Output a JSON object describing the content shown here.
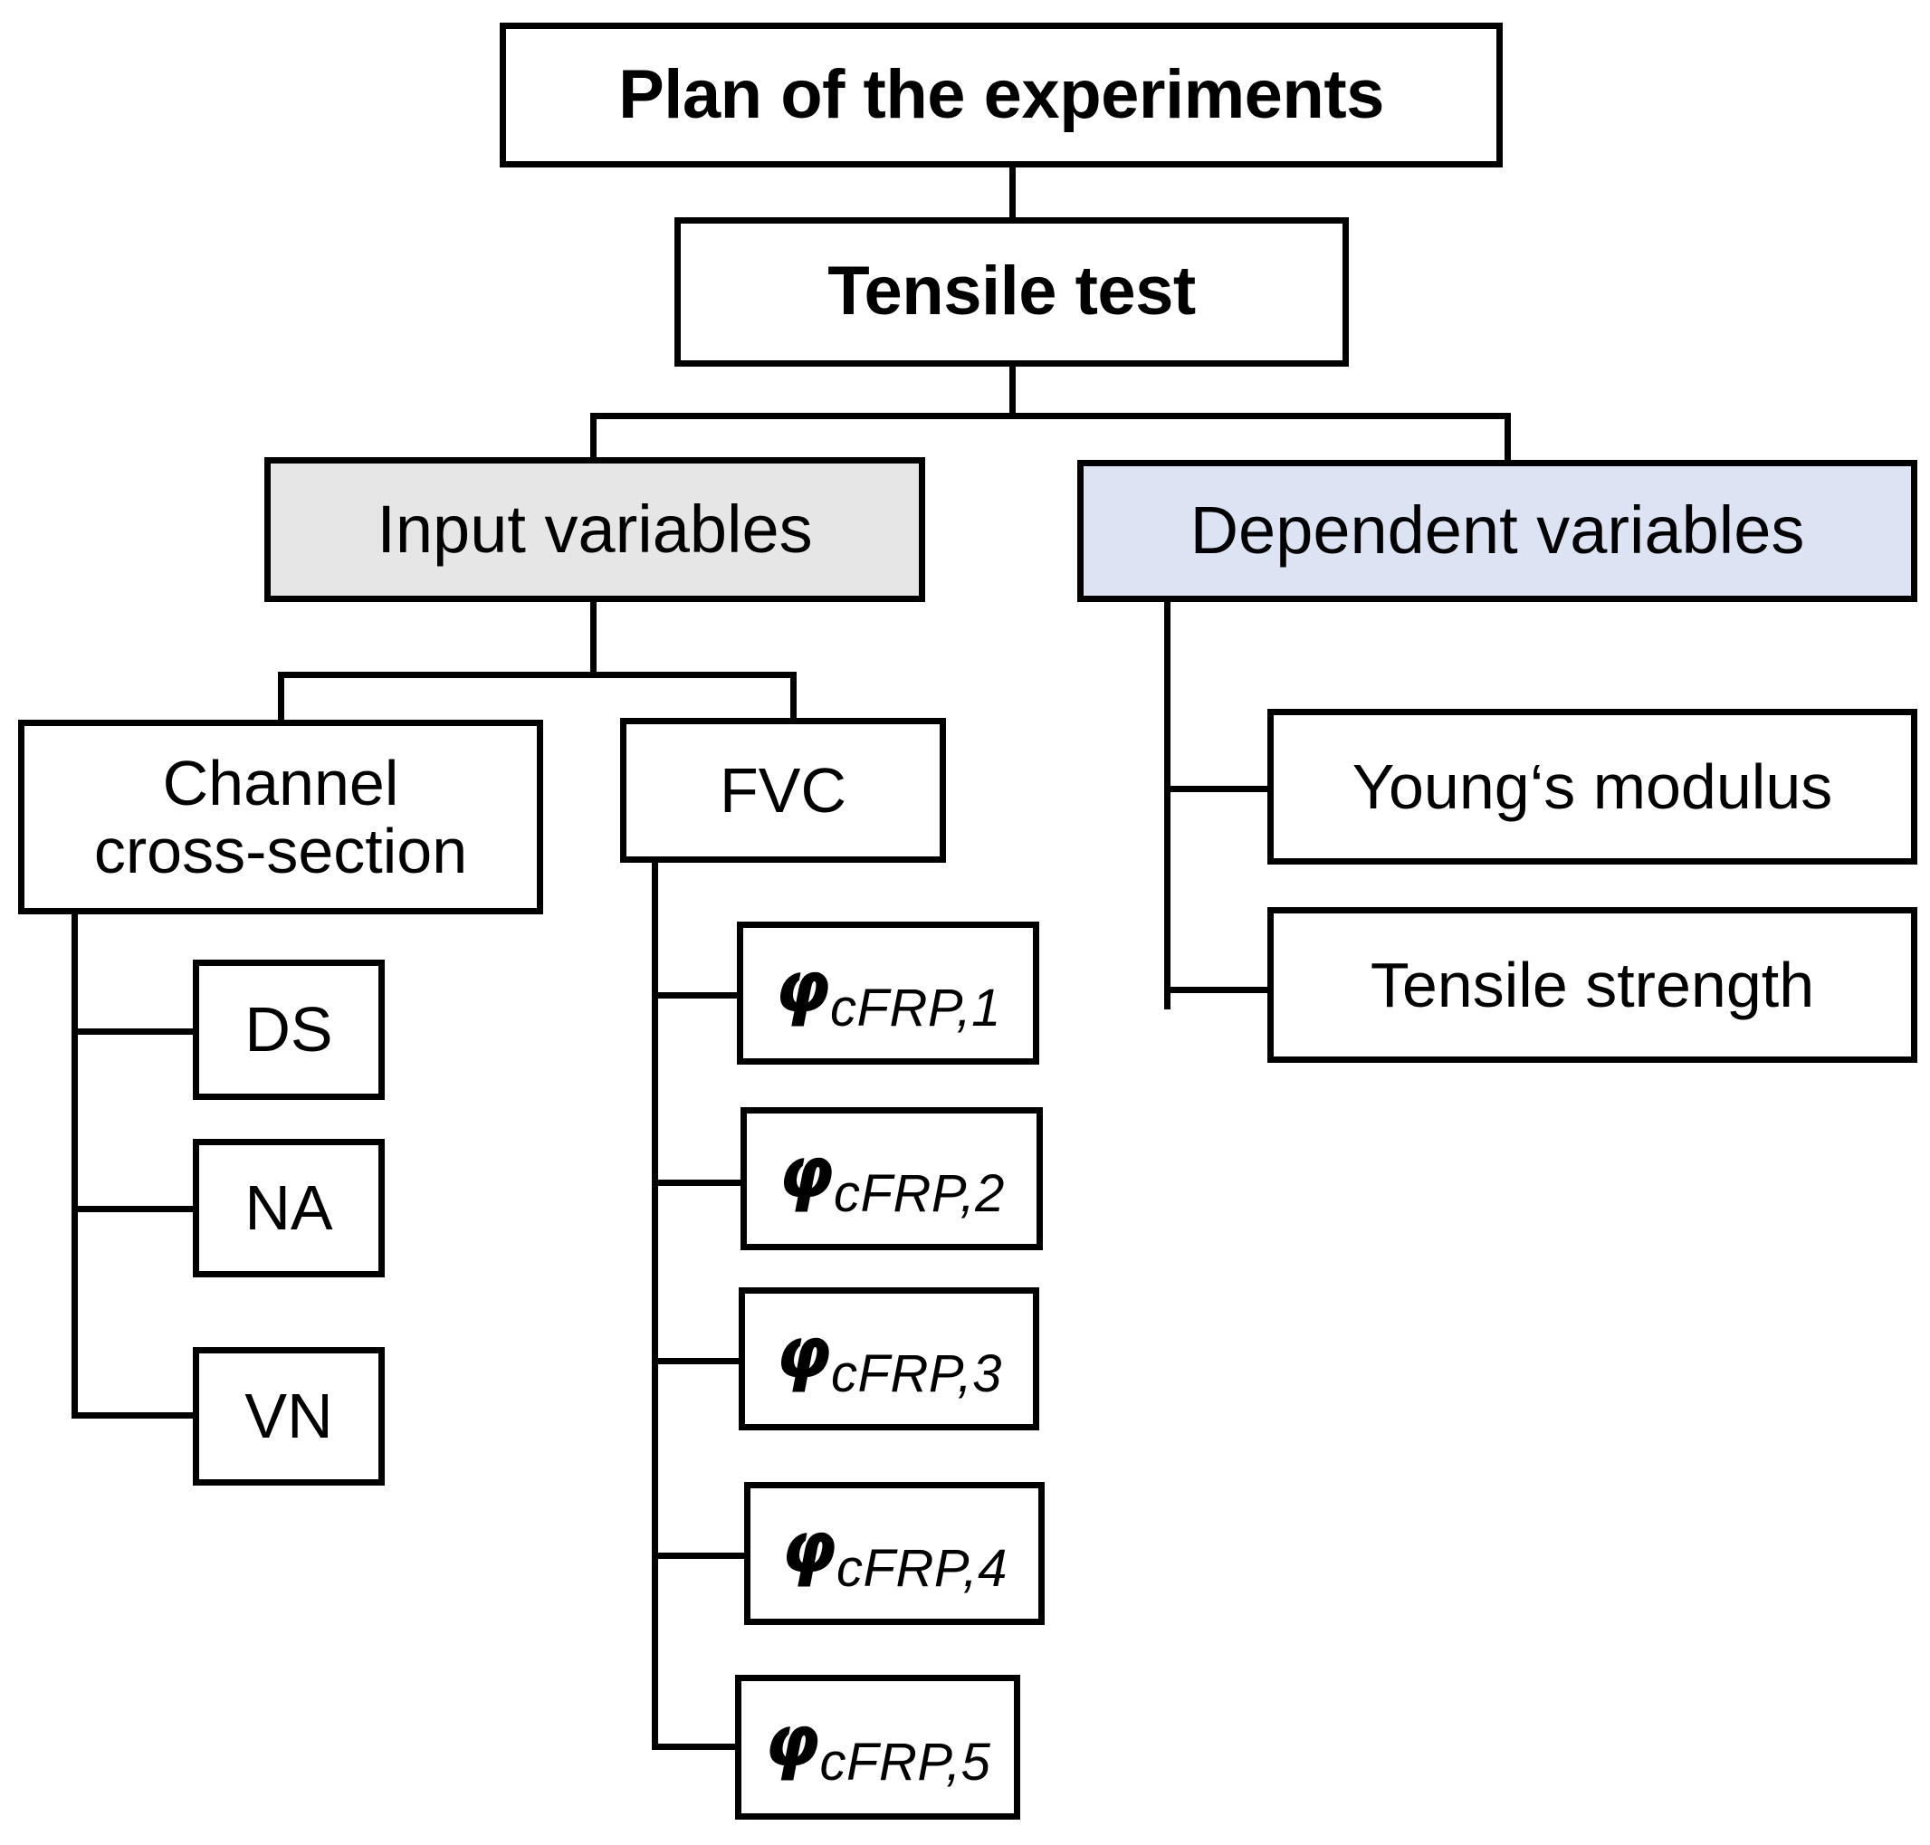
{
  "diagram": {
    "title": "Plan of the experiments",
    "type": "tree-flowchart",
    "colors": {
      "input_variables_fill": "#e6e6e6",
      "dependent_variables_fill": "#dce3f2",
      "box_border": "#000000",
      "background": "#ffffff",
      "text": "#000000"
    },
    "nodes": {
      "root": {
        "label": "Plan of the experiments"
      },
      "tensile_test": {
        "label": "Tensile test"
      },
      "input_variables": {
        "label": "Input variables"
      },
      "dependent_variables": {
        "label": "Dependent variables"
      },
      "channel_cross_section": {
        "label": "Channel\ncross-section"
      },
      "fvc": {
        "label": "FVC"
      }
    },
    "channel_cross_section_children": [
      {
        "label": "DS"
      },
      {
        "label": "NA"
      },
      {
        "label": "VN"
      }
    ],
    "fvc_children": [
      {
        "symbol": "φ",
        "subscript": "cFRP,1"
      },
      {
        "symbol": "φ",
        "subscript": "cFRP,2"
      },
      {
        "symbol": "φ",
        "subscript": "cFRP,3"
      },
      {
        "symbol": "φ",
        "subscript": "cFRP,4"
      },
      {
        "symbol": "φ",
        "subscript": "cFRP,5"
      }
    ],
    "dependent_variables_children": [
      {
        "label": "Young‘s modulus"
      },
      {
        "label": "Tensile strength"
      }
    ]
  }
}
